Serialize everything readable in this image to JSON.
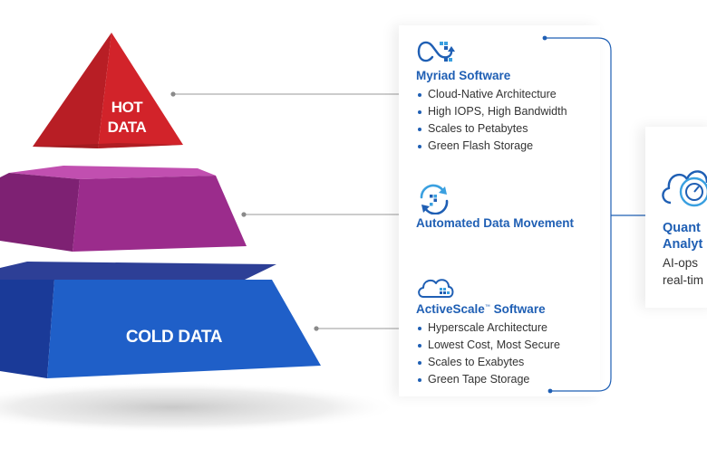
{
  "pyramid": {
    "hot_line1": "HOT",
    "hot_line2": "DATA",
    "cold_label": "COLD DATA",
    "colors": {
      "hot_front": "#d2232a",
      "hot_side": "#b81e25",
      "warm_front": "#9b2c8c",
      "warm_top": "#c14fb0",
      "cold_front": "#1f5fc8",
      "cold_top": "#2d3f96"
    }
  },
  "sections": {
    "myriad": {
      "icon": "myriad-arrows-grid-icon",
      "title": "Myriad Software",
      "bullets": [
        "Cloud-Native Architecture",
        "High IOPS, High Bandwidth",
        "Scales to Petabytes",
        "Green Flash Storage"
      ]
    },
    "movement": {
      "icon": "circular-arrows-grid-icon",
      "title": "Automated Data Movement"
    },
    "activescale": {
      "icon": "cloud-grid-icon",
      "title": "ActiveScale",
      "trademark": "™",
      "title_suffix": " Software",
      "bullets": [
        "Hyperscale Architecture",
        "Lowest Cost, Most Secure",
        "Scales to Exabytes",
        "Green Tape Storage"
      ]
    }
  },
  "quantum": {
    "icon": "cloud-gauge-icon",
    "title_line1": "Quant",
    "title_line2": "Analyt",
    "desc_line1": "AI-ops",
    "desc_line2": "real-tim"
  },
  "accent_color": "#1f5fb4"
}
